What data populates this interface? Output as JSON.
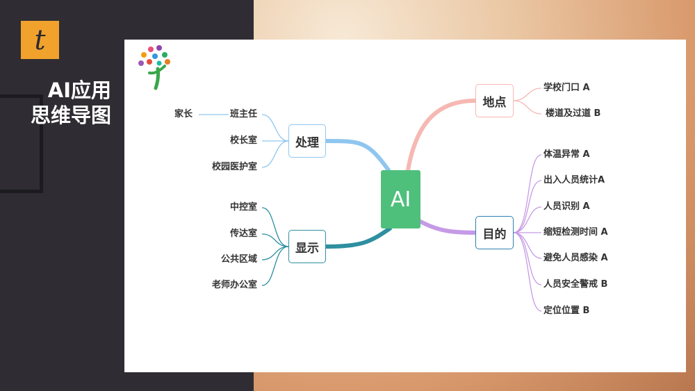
{
  "slide": {
    "title_line1": "AI应用",
    "title_line2": "思维导图",
    "logo_letter": "t",
    "accent_color": "#f0a22d"
  },
  "mindmap": {
    "center": "AI",
    "center_color": "#4fbf7c",
    "branches": [
      {
        "id": "chuli",
        "label": "处理",
        "color": "#8fc6ef",
        "items": [
          "班主任",
          "校长室",
          "校园医护室"
        ],
        "sub_item": "家长"
      },
      {
        "id": "xianshi",
        "label": "显示",
        "color": "#2e8fa0",
        "items": [
          "中控室",
          "传达室",
          "公共区域",
          "老师办公室"
        ]
      },
      {
        "id": "didian",
        "label": "地点",
        "color": "#f5b8b3",
        "items": [
          "学校门口 A",
          "楼道及过道 B"
        ]
      },
      {
        "id": "mudi",
        "label": "目的",
        "color": "#c59ae6",
        "items": [
          "体温异常 A",
          "出入人员统计A",
          "人员识别 A",
          "缩短检测时间 A",
          "避免人员感染 A",
          "人员安全警戒 B",
          "定位位置 B"
        ]
      }
    ]
  }
}
